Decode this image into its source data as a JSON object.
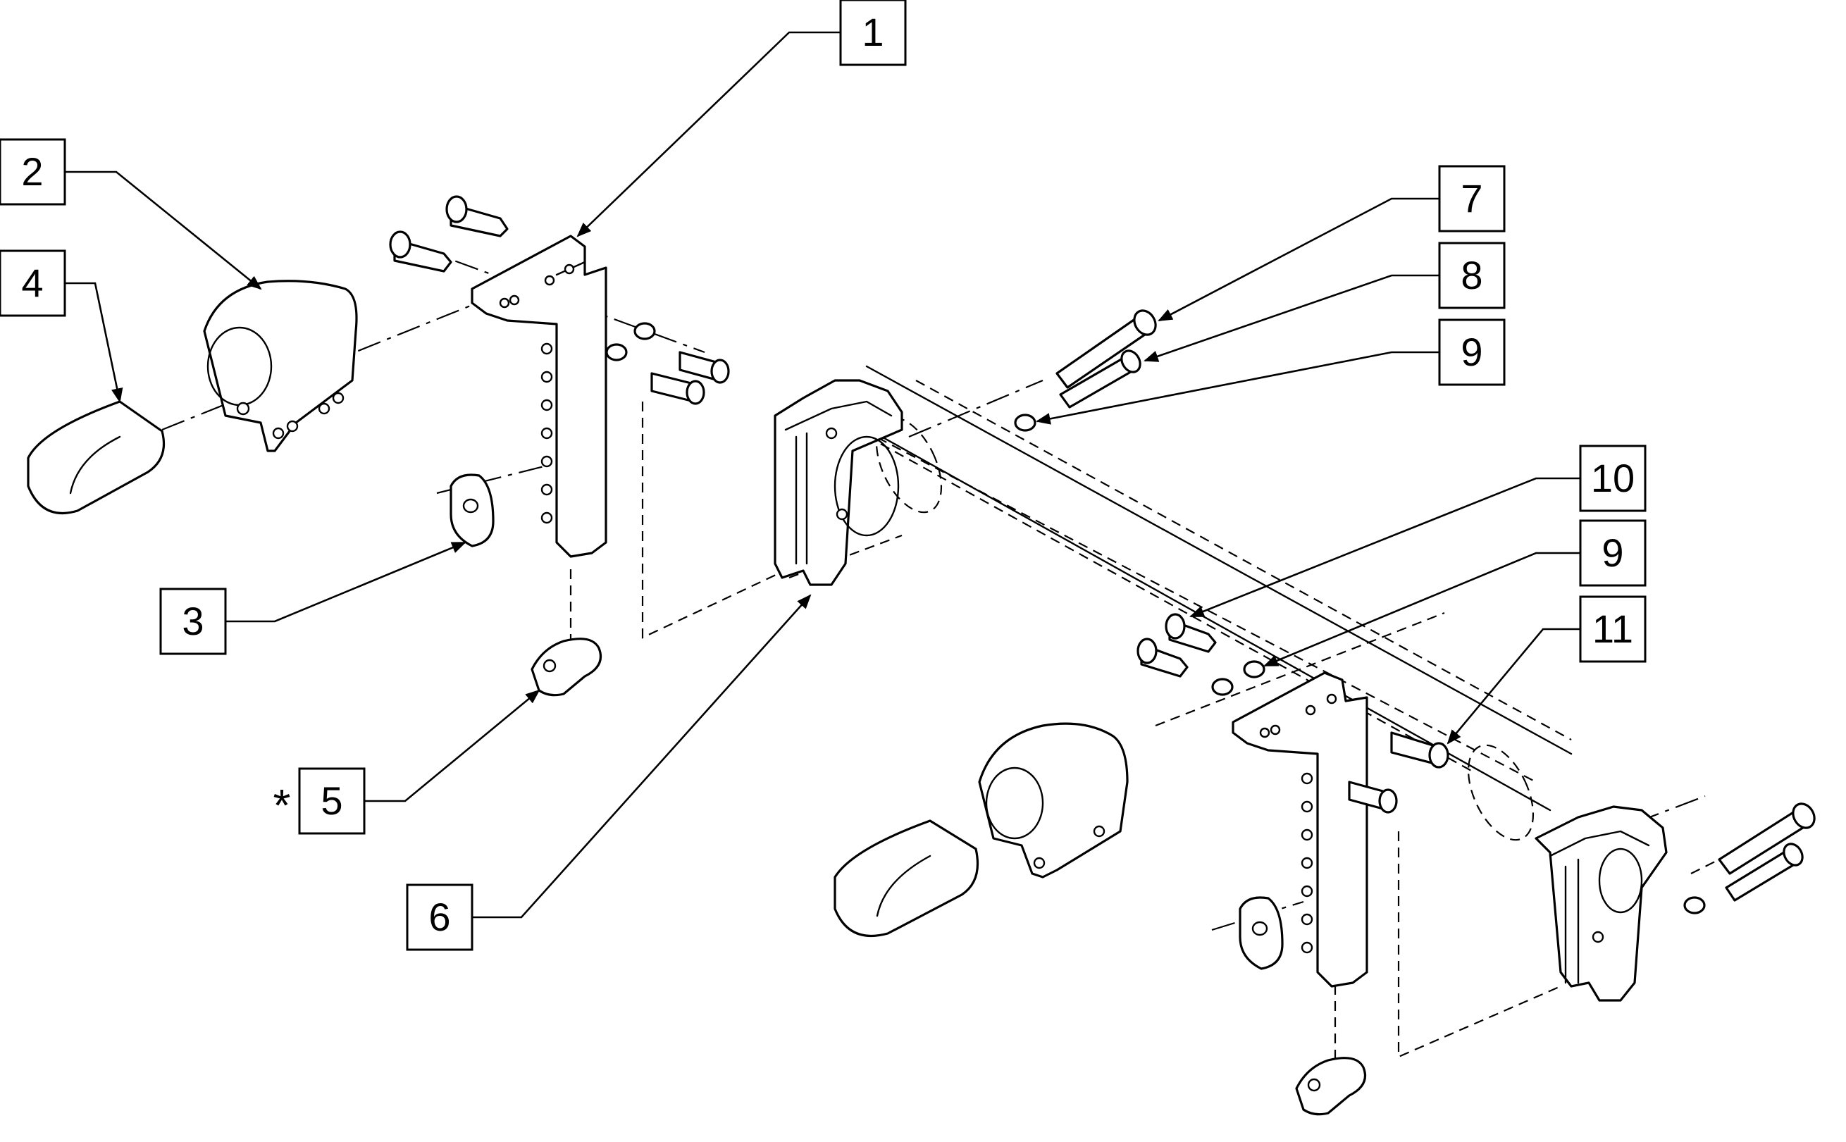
{
  "diagram": {
    "callouts": [
      {
        "id": "c1",
        "label": "1"
      },
      {
        "id": "c2",
        "label": "2"
      },
      {
        "id": "c3",
        "label": "3"
      },
      {
        "id": "c4",
        "label": "4"
      },
      {
        "id": "c5",
        "label": "5",
        "marker": "*"
      },
      {
        "id": "c6",
        "label": "6"
      },
      {
        "id": "c7",
        "label": "7"
      },
      {
        "id": "c8",
        "label": "8"
      },
      {
        "id": "c9a",
        "label": "9"
      },
      {
        "id": "c10",
        "label": "10"
      },
      {
        "id": "c9b",
        "label": "9"
      },
      {
        "id": "c11",
        "label": "11"
      }
    ]
  }
}
